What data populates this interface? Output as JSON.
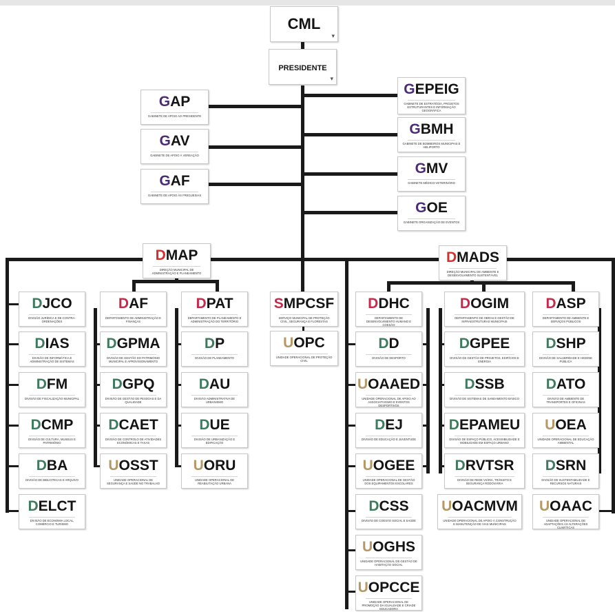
{
  "colors": {
    "gabinete": "#4b2a78",
    "direcao_municipal": "#d62f2f",
    "departamento": "#c8284a",
    "divisao": "#3d7a5e",
    "unidade": "#b59864",
    "servico": "#c8284a",
    "text": "#141414",
    "line": "#1a1a1a"
  },
  "chevron_icon": "double-chevron-down",
  "nodes": {
    "cml": {
      "initial": "",
      "rest": "CML",
      "desc": ""
    },
    "presidente": {
      "initial": "",
      "rest": "PRESIDENTE",
      "desc": ""
    },
    "gap": {
      "initial": "G",
      "rest": "AP",
      "desc": "GABINETE DE APOIO AO PRESIDENTE"
    },
    "gav": {
      "initial": "G",
      "rest": "AV",
      "desc": "GABINETE DE APOIO À VEREAÇÃO"
    },
    "gaf": {
      "initial": "G",
      "rest": "AF",
      "desc": "GABINETE DE APOIO ÀS FREGUESIAS"
    },
    "gepeig": {
      "initial": "G",
      "rest": "EPEIG",
      "desc": "GABINETE DE ESTRATÉGIA, PROJETOS ESTRUTURANTES E INFORMAÇÃO GEOGRÁFICA"
    },
    "gbmh": {
      "initial": "G",
      "rest": "BMH",
      "desc": "GABINETE DE BOMBEIROS MUNICIPAIS E HELIPORTO"
    },
    "gmv": {
      "initial": "G",
      "rest": "MV",
      "desc": "GABINETE MÉDICO-VETERINÁRIO"
    },
    "goe": {
      "initial": "G",
      "rest": "OE",
      "desc": "GABINETE ORGANIZAÇÃO DE EVENTOS"
    },
    "dmap": {
      "initial": "D",
      "rest": "MAP",
      "desc": "DIREÇÃO MUNICIPAL DE ADMINISTRAÇÃO E PLANEAMENTO"
    },
    "dmads": {
      "initial": "D",
      "rest": "MADS",
      "desc": "DIREÇÃO MUNICIPAL DE AMBIENTE E DESENVOLVIMENTO SUSTENTÁVEL"
    },
    "smpcsf": {
      "initial": "S",
      "rest": "MPCSF",
      "desc": "SERVIÇO MUNICIPAL DE PROTEÇÃO CIVIL, SEGURANÇA E FLORESTAS"
    },
    "uopc": {
      "initial": "U",
      "rest": "OPC",
      "desc": "UNIDADE OPERACIONAL DE PROTEÇÃO CIVIL"
    },
    "djco": {
      "initial": "D",
      "rest": "JCO",
      "desc": "DIVISÃO JURÍDICA E DE CONTRA-ORDENAÇÕES"
    },
    "dias": {
      "initial": "D",
      "rest": "IAS",
      "desc": "DIVISÃO DE INFORMÁTICA E ADMINISTRAÇÃO DE SISTEMAS"
    },
    "dfm": {
      "initial": "D",
      "rest": "FM",
      "desc": "DIVISÃO DE FISCALIZAÇÃO MUNICIPAL"
    },
    "dcmp": {
      "initial": "D",
      "rest": "CMP",
      "desc": "DIVISÃO DE CULTURA, MUSEUS E PATRIMÓNIO"
    },
    "dba": {
      "initial": "D",
      "rest": "BA",
      "desc": "DIVISÃO DE BIBLIOTECAS E ARQUIVO"
    },
    "delct": {
      "initial": "D",
      "rest": "ELCT",
      "desc": "DIVISÃO DE ECONOMIA LOCAL, COMÉRCIO E TURISMO"
    },
    "daf": {
      "initial": "D",
      "rest": "AF",
      "desc": "DEPARTAMENTO DE ADMINISTRAÇÃO E FINANÇAS"
    },
    "dgpma": {
      "initial": "D",
      "rest": "GPMA",
      "desc": "DIVISÃO DE GESTÃO DO PATRIMÓNIO MUNICIPAL E APROVISIONAMENTO"
    },
    "dgpq": {
      "initial": "D",
      "rest": "GPQ",
      "desc": "DIVISÃO DE GESTÃO DE PESSOAS E DA QUALIDADE"
    },
    "dcaet": {
      "initial": "D",
      "rest": "CAET",
      "desc": "DIVISÃO DE CONTROLO DE ATIVIDADES ECONÓMICAS E TAXAS"
    },
    "uosst": {
      "initial": "U",
      "rest": "OSST",
      "desc": "UNIDADE OPERACIONAL DE SEGURANÇA E SAÚDE NO TRABALHO"
    },
    "dpat": {
      "initial": "D",
      "rest": "PAT",
      "desc": "DEPARTAMENTO DE PLANEAMENTO E ADMINISTRAÇÃO DO TERRITÓRIO"
    },
    "dp": {
      "initial": "D",
      "rest": "P",
      "desc": "DIVISÃO DE PLANEAMENTO"
    },
    "dau": {
      "initial": "D",
      "rest": "AU",
      "desc": "DIVISÃO ADMINISTRATIVA DE URBANISMO"
    },
    "due": {
      "initial": "D",
      "rest": "UE",
      "desc": "DIVISÃO DE URBANIZAÇÃO E EDIFICAÇÃO"
    },
    "uoru": {
      "initial": "U",
      "rest": "ORU",
      "desc": "UNIDADE OPERACIONAL DE REABILITAÇÃO URBANA"
    },
    "ddhc": {
      "initial": "D",
      "rest": "DHC",
      "desc": "DEPARTAMENTO DE DESENVOLVIMENTO HUMANO E COESÃO"
    },
    "dd": {
      "initial": "D",
      "rest": "D",
      "desc": "DIVISÃO DE DESPORTO"
    },
    "uoaaed": {
      "initial": "U",
      "rest": "OAAED",
      "desc": "UNIDADE OPERACIONAL DE APOIO AO ASSOCIATIVISMO E EVENTOS DESPORTIVOS"
    },
    "dej": {
      "initial": "D",
      "rest": "EJ",
      "desc": "DIVISÃO DE EDUCAÇÃO E JUVENTUDE"
    },
    "uogee": {
      "initial": "U",
      "rest": "OGEE",
      "desc": "UNIDADE OPERACIONAL DE GESTÃO DOS EQUIPAMENTOS ESCOLARES"
    },
    "dcss": {
      "initial": "D",
      "rest": "CSS",
      "desc": "DIVISÃO DE COESÃO SOCIAL E SAÚDE"
    },
    "uoghs": {
      "initial": "U",
      "rest": "OGHS",
      "desc": "UNIDADE OPERACIONAL DE GESTÃO DE HABITAÇÃO SOCIAL"
    },
    "uopcce": {
      "initial": "U",
      "rest": "OPCCE",
      "desc": "UNIDADE OPERACIONAL DE PROMOÇÃO DA IGUALDADE E CRIADE EDUCADORA"
    },
    "dogim": {
      "initial": "D",
      "rest": "OGIM",
      "desc": "DEPARTAMENTO DE OBRAS E GESTÃO DE INFRAESTRUTURAS MUNICIPAIS"
    },
    "dgpee": {
      "initial": "D",
      "rest": "GPEE",
      "desc": "DIVISÃO DE GESTÃO DE PROJETOS, EDIFÍCIOS E ENERGIA"
    },
    "dssb": {
      "initial": "D",
      "rest": "SSB",
      "desc": "DIVISÃO DE SISTEMAS DE SANEAMENTO BÁSICO"
    },
    "depameu": {
      "initial": "D",
      "rest": "EPAMEU",
      "desc": "DIVISÃO DE ESPAÇO PÚBLICO, ACESSIBILIDADE E MOBILIDADE EM ESPAÇO URBANO"
    },
    "drvtsr": {
      "initial": "D",
      "rest": "RVTSR",
      "desc": "DIVISÃO DE REDE VIÁRIA, TRÂNSITO E SEGURANÇA RODOVIÁRIA"
    },
    "uoacmvm": {
      "initial": "U",
      "rest": "OACMVM",
      "desc": "UNIDADE OPERACIONAL DE APOIO À CONSTRUÇÃO E MANUTENÇÃO DE VIAS MUNICIPAIS"
    },
    "dasp": {
      "initial": "D",
      "rest": "ASP",
      "desc": "DEPARTAMENTO DE AMBIENTE E SERVIÇOS PÚBLICOS"
    },
    "dshp": {
      "initial": "D",
      "rest": "SHP",
      "desc": "DIVISÃO DE SALUBRIDADE E HIGIENE PÚBLICA"
    },
    "dato": {
      "initial": "D",
      "rest": "ATO",
      "desc": "DIVISÃO DE AMBIENTE DE TRANSPORTES E OFICINAS"
    },
    "uoea": {
      "initial": "U",
      "rest": "OEA",
      "desc": "UNIDADE OPERACIONAL DE EDUCAÇÃO AMBIENTAL"
    },
    "dsrn": {
      "initial": "D",
      "rest": "SRN",
      "desc": "DIVISÃO DE SUSTENTABILIDADE E RECURSOS NATURAIS"
    },
    "uoaac": {
      "initial": "U",
      "rest": "OAAC",
      "desc": "UNIDADE OPERACIONAL DE ADAPTAÇÕES ÀS ALTERAÇÕES CLIMÁTICAS"
    }
  }
}
